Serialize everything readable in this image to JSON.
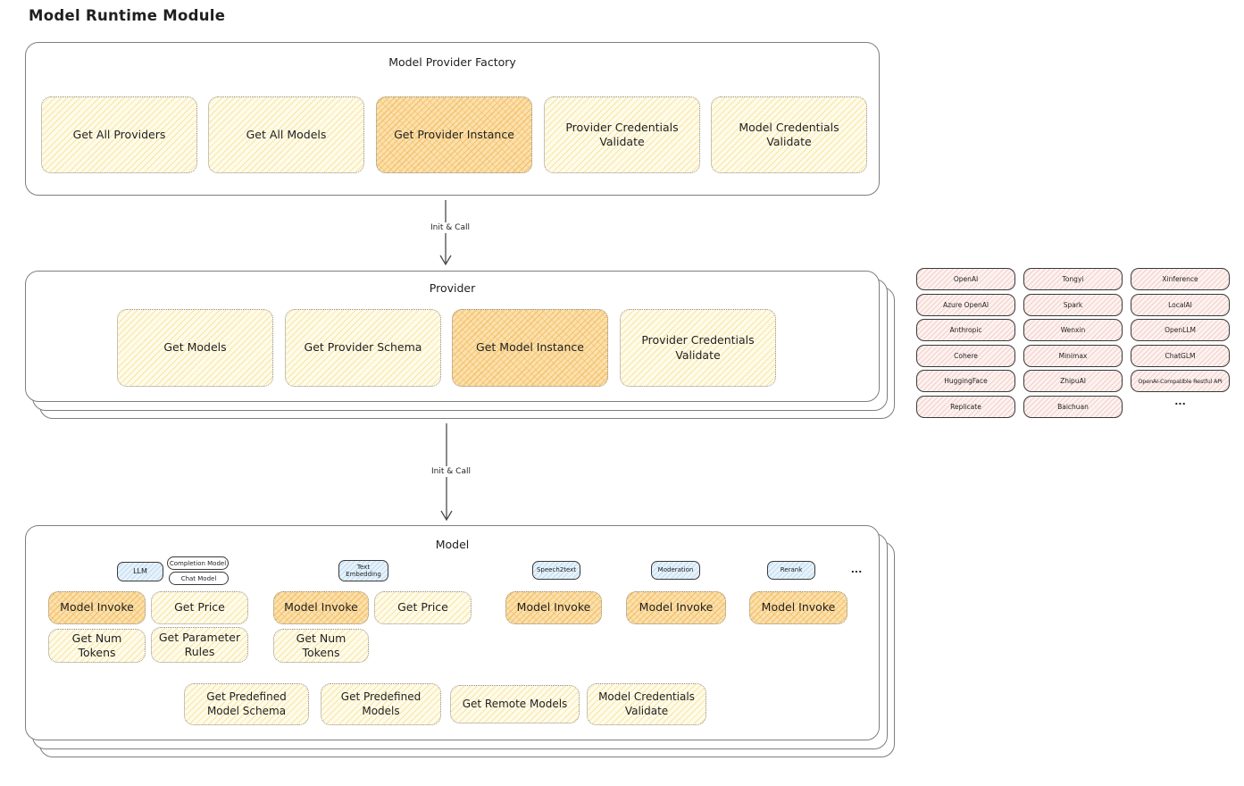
{
  "page_title": "Model Runtime Module",
  "factory": {
    "title": "Model Provider Factory",
    "items": [
      {
        "label": "Get All Providers",
        "highlight": false
      },
      {
        "label": "Get All Models",
        "highlight": false
      },
      {
        "label": "Get Provider Instance",
        "highlight": true
      },
      {
        "label": "Provider Credentials Validate",
        "highlight": false
      },
      {
        "label": "Model Credentials Validate",
        "highlight": false
      }
    ]
  },
  "arrows": {
    "label1": "Init & Call",
    "label2": "Init & Call"
  },
  "provider": {
    "title": "Provider",
    "items": [
      {
        "label": "Get Models",
        "highlight": false
      },
      {
        "label": "Get Provider Schema",
        "highlight": false
      },
      {
        "label": "Get Model Instance",
        "highlight": true
      },
      {
        "label": "Provider Credentials Validate",
        "highlight": false
      }
    ]
  },
  "providers": {
    "col1": [
      "OpenAI",
      "Azure OpenAI",
      "Anthropic",
      "Cohere",
      "HuggingFace",
      "Replicate"
    ],
    "col2": [
      "Tongyi",
      "Spark",
      "Wenxin",
      "Minimax",
      "ZhipuAI",
      "Baichuan"
    ],
    "col3": [
      "Xinference",
      "LocalAI",
      "OpenLLM",
      "ChatGLM",
      "OpenAI-Compatible Restful API"
    ],
    "more": "..."
  },
  "model": {
    "title": "Model",
    "tags": {
      "llm": "LLM",
      "completion": "Completion Model",
      "chat": "Chat Model",
      "text_embedding": "Text Embedding",
      "speech2text": "Speech2text",
      "moderation": "Moderation",
      "rerank": "Rerank",
      "more": "..."
    },
    "ops": {
      "llm_invoke": "Model Invoke",
      "llm_get_price": "Get Price",
      "llm_get_num_tokens": "Get Num Tokens",
      "llm_get_parameter_rules": "Get Parameter Rules",
      "te_invoke": "Model Invoke",
      "te_get_price": "Get Price",
      "te_get_num_tokens": "Get Num Tokens",
      "s2t_invoke": "Model Invoke",
      "mod_invoke": "Model Invoke",
      "rerank_invoke": "Model Invoke"
    },
    "bottom": {
      "schema": "Get Predefined Model Schema",
      "predefined": "Get Predefined Models",
      "remote": "Get Remote Models",
      "validate": "Model Credentials Validate"
    }
  },
  "colors": {
    "highlight_fill": "#fbe1ac",
    "yellow_fill": "#fffbe9",
    "pink_fill": "#fdf2f0",
    "blue_fill": "#e7f2fb",
    "container_border": "#7e7e7e",
    "tag_border": "#3a3a3a",
    "text": "#1f1f1f"
  }
}
